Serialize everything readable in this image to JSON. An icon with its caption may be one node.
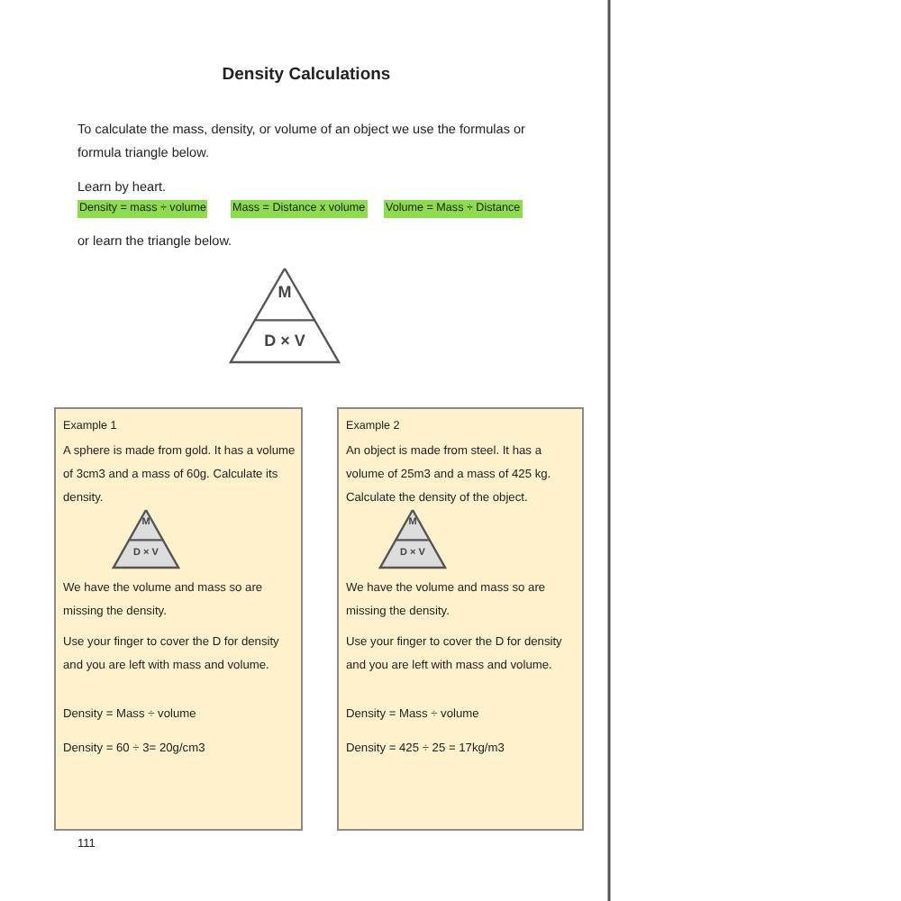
{
  "diagram": {
    "title": "Density Calculations",
    "nodes": [
      {
        "text": [
          "M",
          "D × V"
        ]
      },
      {
        "text": [
          "Example 1",
          "A sphere is made from gold. It has a volume of 3cm3 and a mass of 60g. Calculate its density.",
          "We have the volume and mass so are missing the density.",
          "Use your finger to cover the D for density and you are left with mass and volume.",
          "Density = Mass ÷ volume",
          "Density = 60 ÷ 3= 20g/cm3"
        ]
      },
      {
        "text": [
          "M",
          "D × V"
        ],
        "in": 1
      },
      {
        "text": [
          "Example 2",
          "An object is made from steel. It has a volume of 25m3 and a mass of 425 kg. Calculate the density of the object.",
          "We have the volume and mass so are missing the density.",
          "Use your finger to cover the D for density and you are left with mass and volume.",
          "Density = Mass ÷ volume",
          "Density = 425 ÷ 25 = 17kg/m3"
        ]
      },
      {
        "text": [
          "M",
          "D × V"
        ],
        "in": 3
      }
    ],
    "labels": [
      "To calculate the mass, density, or volume of an object we use the formulas or formula triangle below.",
      "Learn by heart.",
      "Density = mass ÷ volume",
      "Mass = Distance x volume",
      "Volume = Mass ÷ Distance",
      "or learn the triangle below.",
      "111"
    ]
  }
}
